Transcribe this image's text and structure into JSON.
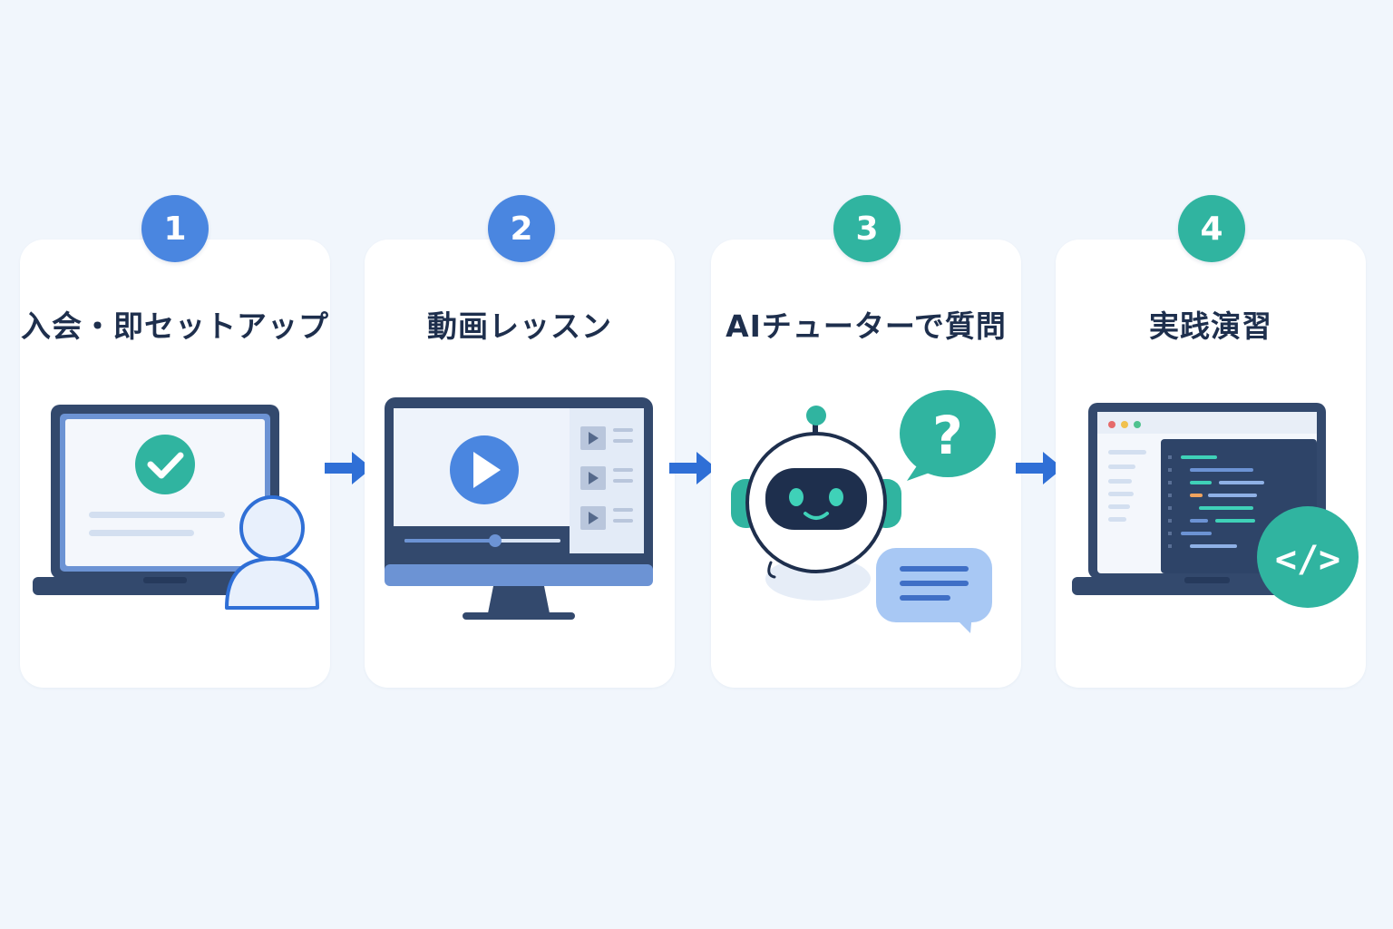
{
  "steps": [
    {
      "number": "1",
      "title": "入会・即セットアップ"
    },
    {
      "number": "2",
      "title": "動画レッスン"
    },
    {
      "number": "3",
      "title": "AIチューターで質問"
    },
    {
      "number": "4",
      "title": "実践演習"
    }
  ],
  "labels": {
    "question_mark": "?",
    "code_symbol": "</>"
  },
  "icons": {
    "step1": [
      "laptop-icon",
      "check-circle-icon",
      "user-icon"
    ],
    "step2": [
      "monitor-icon",
      "play-button-icon",
      "playlist-icon"
    ],
    "step3": [
      "robot-icon",
      "question-bubble-icon",
      "chat-bubble-icon"
    ],
    "step4": [
      "laptop-icon",
      "code-editor-icon",
      "code-badge-icon"
    ]
  },
  "colors": {
    "blue": "#4a86e0",
    "teal": "#30b4a0",
    "navy": "#33496d",
    "arrow": "#2f6fd6",
    "title_text": "#1e2f4d",
    "background": "#f1f6fc"
  }
}
